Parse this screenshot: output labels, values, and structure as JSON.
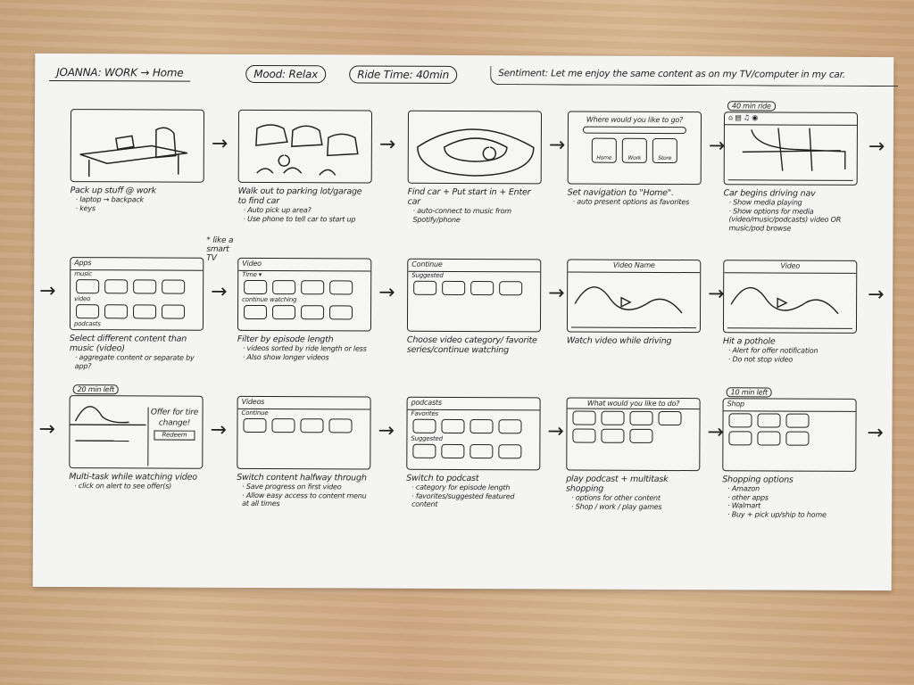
{
  "header": {
    "persona": "JOANNA: WORK → Home",
    "mood": "Mood: Relax",
    "ride_time": "Ride Time: 40min",
    "sentiment": "Sentiment: Let me enjoy the same content as on my TV/computer in my car."
  },
  "side_note": "* like a smart TV",
  "panels": [
    {
      "kind": "desk",
      "screen_labels": [],
      "caption": "Pack up stuff @ work",
      "bullets": [
        "laptop → backpack",
        "keys"
      ]
    },
    {
      "kind": "lot",
      "screen_labels": [],
      "caption": "Walk out to parking lot/garage to find car",
      "bullets": [
        "Auto pick up area?",
        "Use phone to tell car to start up"
      ]
    },
    {
      "kind": "car",
      "screen_labels": [],
      "caption": "Find car + Put start in + Enter car",
      "bullets": [
        "auto-connect to music from Spotify/phone"
      ]
    },
    {
      "kind": "nav",
      "screen_labels": [
        "Where would you like to go?",
        "Home",
        "Work",
        "Store"
      ],
      "caption": "Set navigation to \"Home\".",
      "bullets": [
        "auto present options as favorites"
      ]
    },
    {
      "kind": "map",
      "tag": "40 min ride",
      "screen_labels": [],
      "caption": "Car begins driving nav",
      "bullets": [
        "Show media playing",
        "Show options for media (video/music/podcasts) video OR music/pod browse"
      ]
    },
    {
      "kind": "grid",
      "screen_labels": [
        "Apps",
        "music",
        "video",
        "podcasts"
      ],
      "caption": "Select different content than music (video)",
      "bullets": [
        "aggregate content or separate by app?"
      ]
    },
    {
      "kind": "grid",
      "screen_labels": [
        "Video",
        "Time ▾",
        "continue watching"
      ],
      "caption": "Filter by episode length",
      "bullets": [
        "videos sorted by ride length or less",
        "Also show longer videos"
      ]
    },
    {
      "kind": "grid",
      "screen_labels": [
        "Continue",
        "Suggested"
      ],
      "caption": "Choose video category/ favorite series/continue watching",
      "bullets": []
    },
    {
      "kind": "video",
      "screen_labels": [
        "Video Name"
      ],
      "caption": "Watch video while driving",
      "bullets": []
    },
    {
      "kind": "video",
      "screen_labels": [
        "Video"
      ],
      "caption": "Hit a pothole",
      "bullets": [
        "Alert for offer notification",
        "Do not stop video"
      ]
    },
    {
      "kind": "offer",
      "tag": "20 min left",
      "screen_labels": [
        "Offer for tire change!",
        "Redeem"
      ],
      "caption": "Multi-task while watching video",
      "bullets": [
        "click on alert to see offer(s)"
      ]
    },
    {
      "kind": "grid",
      "screen_labels": [
        "Videos",
        "Continue"
      ],
      "caption": "Switch content halfway through",
      "bullets": [
        "Save progress on first video",
        "Allow easy access to content menu at all times"
      ]
    },
    {
      "kind": "grid",
      "screen_labels": [
        "podcasts",
        "Favorites",
        "Suggested"
      ],
      "caption": "Switch to podcast",
      "bullets": [
        "category for episode length",
        "favorites/suggested featured content"
      ]
    },
    {
      "kind": "grid",
      "screen_labels": [
        "What would you like to do?"
      ],
      "caption": "play podcast + multitask shopping",
      "bullets": [
        "options for other content",
        "Shop / work / play games"
      ]
    },
    {
      "kind": "grid",
      "tag": "10 min left",
      "screen_labels": [
        "Shop"
      ],
      "caption": "Shopping options",
      "bullets": [
        "Amazon",
        "other apps",
        "Walmart",
        "Buy + pick up/ship to home"
      ]
    }
  ]
}
